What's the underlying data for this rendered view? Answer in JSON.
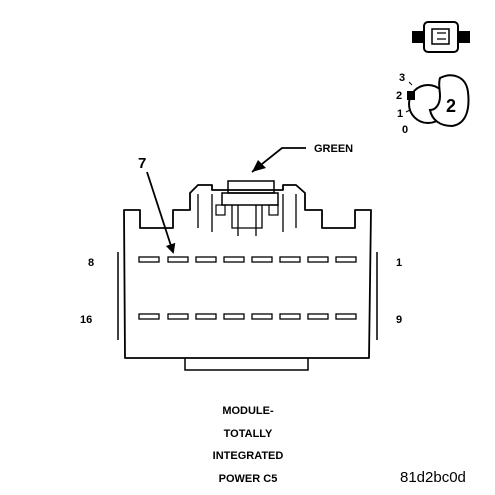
{
  "connector": {
    "color_label": "GREEN",
    "pin_callout": "7",
    "pin_row_top": {
      "left": "8",
      "right": "1"
    },
    "pin_row_bottom": {
      "left": "16",
      "right": "9"
    },
    "pins_per_row": 8
  },
  "title_lines": [
    "MODULE-",
    "TOTALLY",
    "INTEGRATED",
    "POWER C5"
  ],
  "key_icon": {
    "position_marks": [
      "3",
      "2",
      "1",
      "0"
    ],
    "active_position": "2"
  },
  "image_code": "81d2bc0d"
}
